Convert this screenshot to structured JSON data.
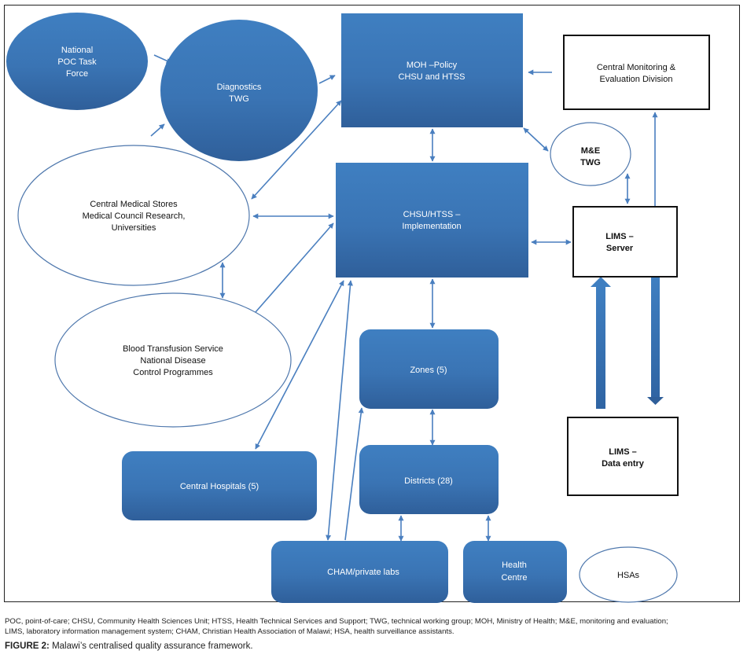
{
  "colors": {
    "shape_fill_top": "#3f7fc1",
    "shape_fill_bottom": "#2f5f9a",
    "arrow": "#4a7fbf",
    "outline_ellipse": "#4f78ad",
    "box_border": "#111111"
  },
  "nodes": {
    "poc_task_force": {
      "lines": [
        "National",
        "POC Task",
        "Force"
      ]
    },
    "diagnostics_twg": {
      "lines": [
        "Diagnostics",
        "TWG"
      ]
    },
    "moh_policy": {
      "lines": [
        "MOH –Policy",
        "CHSU and HTSS"
      ]
    },
    "central_me": {
      "lines": [
        "Central Monitoring &",
        "Evaluation Division"
      ]
    },
    "me_twg": {
      "lines": [
        "M&E",
        "TWG"
      ]
    },
    "central_medical_stores": {
      "lines": [
        "Central Medical Stores",
        "Medical Council Research,",
        "Universities"
      ]
    },
    "chsu_implementation": {
      "lines": [
        "CHSU/HTSS –",
        "Implementation"
      ]
    },
    "lims_server": {
      "lines": [
        "LIMS –",
        "Server"
      ]
    },
    "blood_transfusion": {
      "lines": [
        "Blood Transfusion Service",
        "National Disease",
        "Control Programmes"
      ]
    },
    "zones": {
      "lines": [
        "Zones (5)"
      ]
    },
    "districts": {
      "lines": [
        "Districts (28)"
      ]
    },
    "central_hospitals": {
      "lines": [
        "Central Hospitals (5)"
      ]
    },
    "lims_data_entry": {
      "lines": [
        "LIMS –",
        "Data entry"
      ]
    },
    "cham_private_labs": {
      "lines": [
        "CHAM/private labs"
      ]
    },
    "health_centre": {
      "lines": [
        "Health",
        "Centre"
      ]
    },
    "hsas": {
      "lines": [
        "HSAs"
      ]
    }
  },
  "legend": {
    "line1": "POC, point-of-care; CHSU, Community Health Sciences Unit; HTSS, Health Technical Services and Support; TWG, technical working group; MOH, Ministry of Health; M&E, monitoring and evaluation;",
    "line2": "LIMS, laboratory information management system; CHAM, Christian Health Association of Malawi; HSA, health surveillance assistants."
  },
  "caption": {
    "label": "FIGURE 2:",
    "text": " Malawi’s centralised quality assurance framework."
  }
}
